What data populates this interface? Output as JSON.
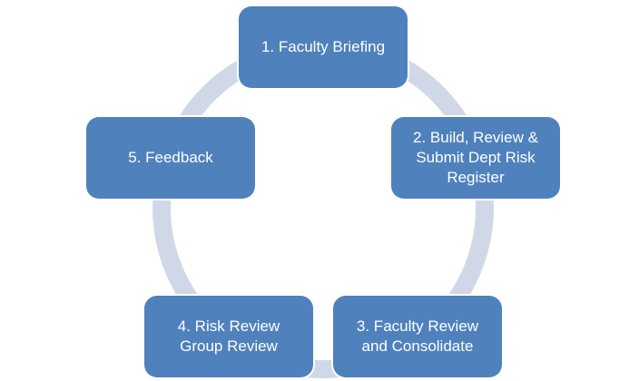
{
  "diagram": {
    "type": "cycle",
    "colors": {
      "node_fill": "#4f81bd",
      "connector": "#d0d8e8",
      "text": "#ffffff"
    },
    "steps": [
      {
        "id": 1,
        "label": "1. Faculty Briefing"
      },
      {
        "id": 2,
        "label": "2. Build, Review &\nSubmit Dept Risk\nRegister"
      },
      {
        "id": 3,
        "label": "3. Faculty Review\nand Consolidate"
      },
      {
        "id": 4,
        "label": "4. Risk Review\nGroup Review"
      },
      {
        "id": 5,
        "label": "5. Feedback"
      }
    ],
    "flow": "clockwise",
    "arrowhead_into_step": 1
  }
}
